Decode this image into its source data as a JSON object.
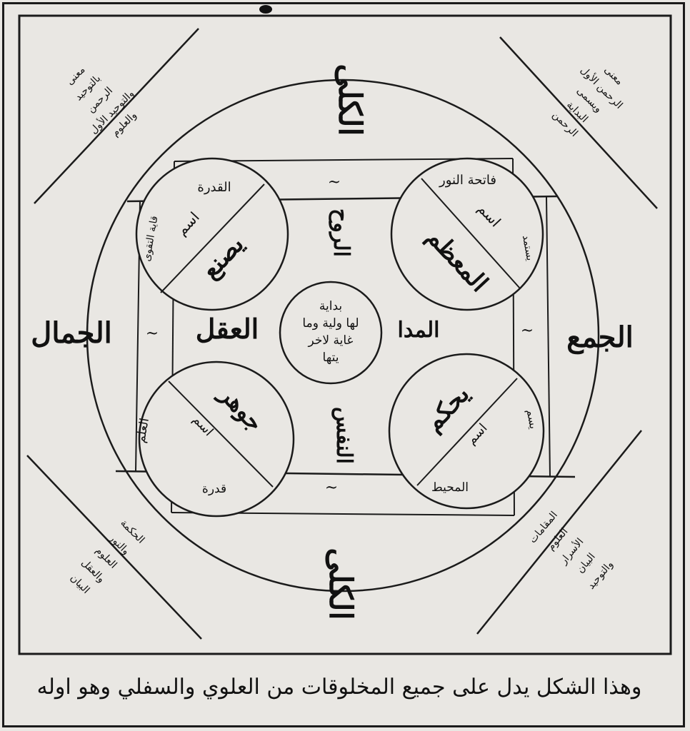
{
  "manuscript": {
    "caption": "وهذا الشكل يدل على جميع المخلوقات من العلوي والسفلي وهو اوله",
    "center_text": [
      "بداية",
      "لها ولية وما",
      "غاية لاخر",
      "يتها"
    ],
    "axis": {
      "top": "الكلى",
      "bottom": "الكلى",
      "left": "الجمال",
      "right": "الجمع",
      "inner_top": "الروح",
      "inner_bottom": "النفس",
      "inner_left": "العقل",
      "inner_right": "المدا"
    },
    "circles": {
      "top_left": {
        "title": "القدرة",
        "name": "يصنع",
        "side": "قاية التقوى",
        "label": "اسم"
      },
      "top_right": {
        "title": "فاتحة النور",
        "name": "المعظم",
        "side": "يستمد",
        "label": "اسم"
      },
      "bottom_left": {
        "title": "العلم",
        "name": "جوهر",
        "side": "قدرة",
        "label": "اسم"
      },
      "bottom_right": {
        "title": "المحيط",
        "name": "يحكم",
        "side": "يسم",
        "label": "اسم"
      }
    },
    "corner_notes": {
      "top_left": [
        "معنى",
        "بالتوحيد",
        "الرحمن",
        "والتوحيد الأول",
        "والعلوم"
      ],
      "top_right": [
        "معنى",
        "الرحمن الأول",
        "ويسمى",
        "البداية",
        "الرحمن"
      ],
      "bottom_left": [
        "الحكمة",
        "والنور",
        "العلوم",
        "والعقل",
        "البيان"
      ],
      "bottom_right": [
        "المقامات",
        "العلوم",
        "الأسرار",
        "البيان",
        "والتوحيد"
      ]
    }
  }
}
